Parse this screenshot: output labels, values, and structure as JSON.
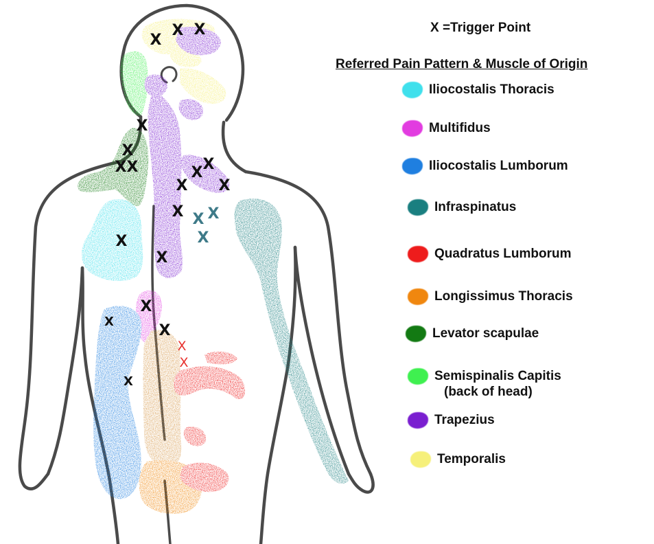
{
  "legend": {
    "key_text": "X =Trigger Point",
    "heading": "Referred Pain Pattern & Muscle of Origin",
    "items": [
      {
        "label": "Iliocostalis Thoracis",
        "color": "#3fe0ec"
      },
      {
        "label": "Multifidus",
        "color": "#e23ce0"
      },
      {
        "label": "Iliocostalis Lumborum",
        "color": "#1f7fe0"
      },
      {
        "label": "Infraspinatus",
        "color": "#1a7f80"
      },
      {
        "label": "Quadratus Lumborum",
        "color": "#ee1c1c"
      },
      {
        "label": "Longissimus Thoracis",
        "color": "#f0870f"
      },
      {
        "label": "Levator scapulae",
        "color": "#137a13"
      },
      {
        "label": "Semispinalis Capitis",
        "sublabel": "(back of head)",
        "color": "#3ff050"
      },
      {
        "label": "Trapezius",
        "color": "#7a1fd0"
      },
      {
        "label": "Temporalis",
        "color": "#f6f07a"
      }
    ]
  },
  "figure": {
    "trigger_marker": "X",
    "marker_colors": {
      "default": "#111111",
      "infraspinatus": "#3e7a88",
      "quadratus": "#e8312e"
    }
  }
}
